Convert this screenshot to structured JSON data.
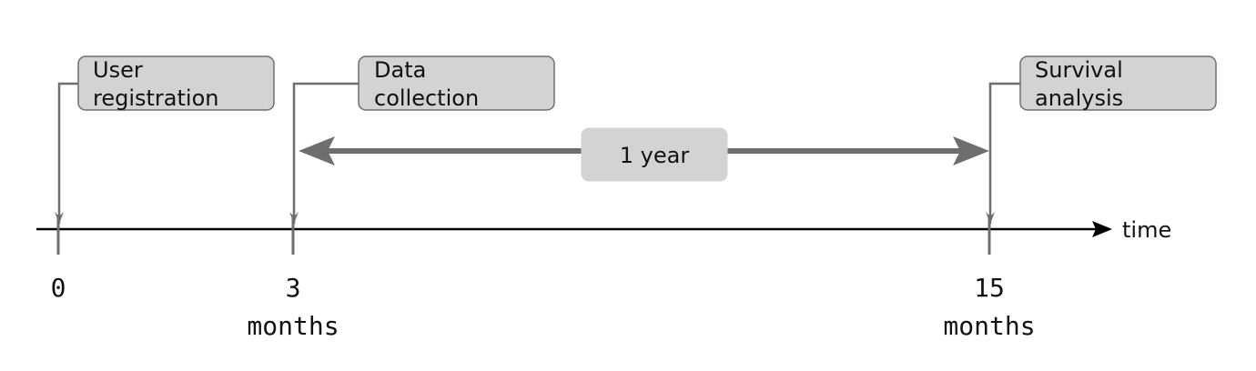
{
  "diagram": {
    "axis_label": "time",
    "events": [
      {
        "id": "registration",
        "line1": "User",
        "line2": "registration"
      },
      {
        "id": "collection",
        "line1": "Data",
        "line2": "collection"
      },
      {
        "id": "analysis",
        "line1": "Survival",
        "line2": "analysis"
      }
    ],
    "ticks": [
      {
        "line1": "0",
        "line2": ""
      },
      {
        "line1": "3",
        "line2": "months"
      },
      {
        "line1": "15",
        "line2": "months"
      }
    ],
    "span_label": "1 year",
    "colors": {
      "box_fill": "#d3d3d3",
      "box_stroke": "#6e6e6e",
      "connector": "#6e6e6e",
      "span_arrow": "#6e6e6e",
      "axis": "#000000"
    }
  }
}
